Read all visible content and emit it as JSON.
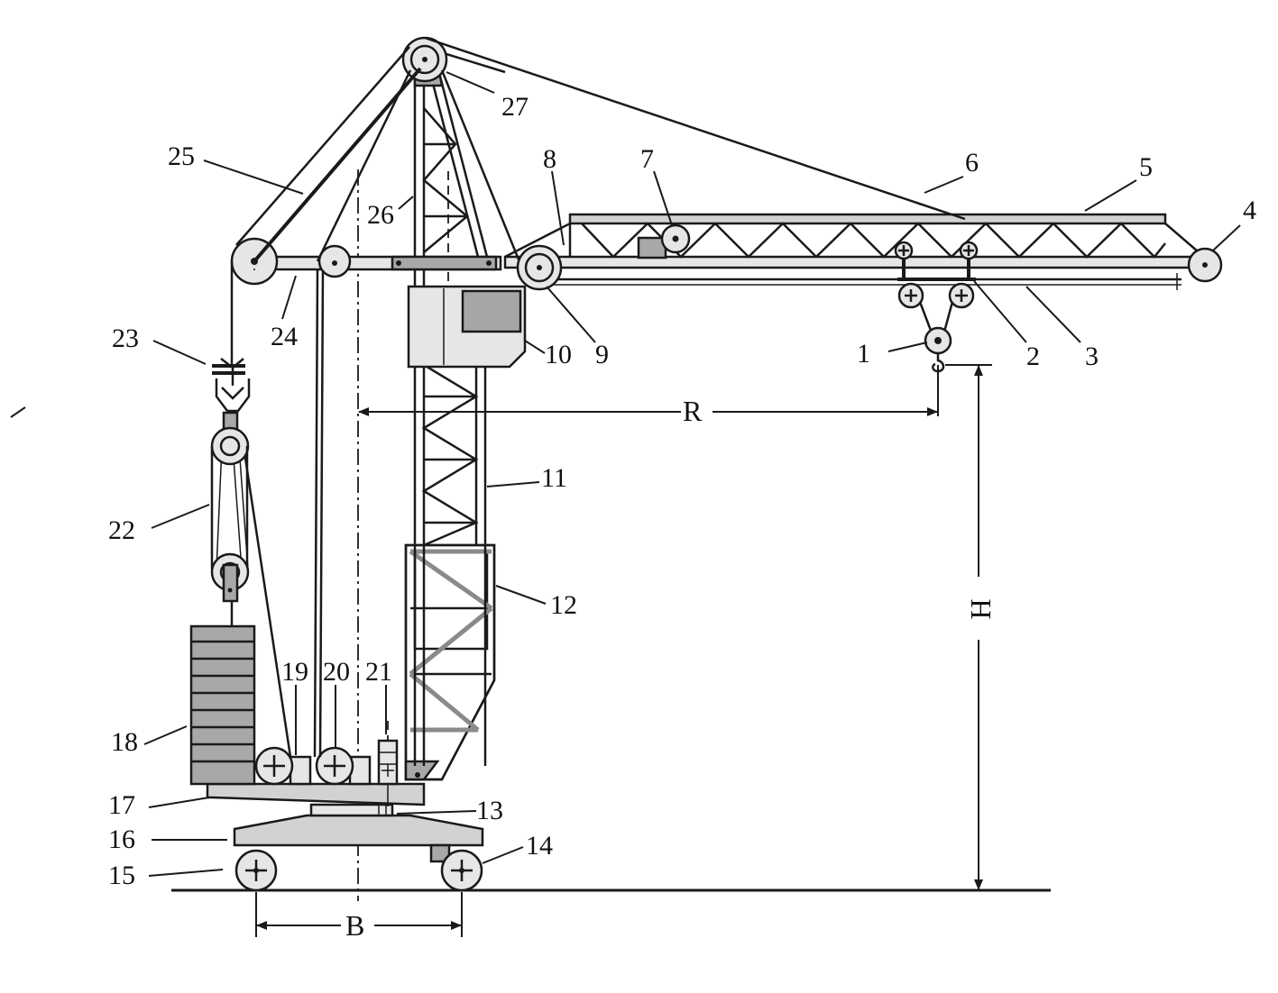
{
  "diagram": {
    "colors": {
      "line": "#1a1a1a",
      "steel_gray": "#a8a8a8",
      "light_gray": "#d2d2d2",
      "pale_gray": "#e6e6e6",
      "window_gray": "#a6a6a6",
      "background": "#ffffff"
    },
    "callouts": [
      {
        "id": "1",
        "label": "1"
      },
      {
        "id": "2",
        "label": "2"
      },
      {
        "id": "3",
        "label": "3"
      },
      {
        "id": "4",
        "label": "4"
      },
      {
        "id": "5",
        "label": "5"
      },
      {
        "id": "6",
        "label": "6"
      },
      {
        "id": "7",
        "label": "7"
      },
      {
        "id": "8",
        "label": "8"
      },
      {
        "id": "9",
        "label": "9"
      },
      {
        "id": "10",
        "label": "10"
      },
      {
        "id": "11",
        "label": "11"
      },
      {
        "id": "12",
        "label": "12"
      },
      {
        "id": "13",
        "label": "13"
      },
      {
        "id": "14",
        "label": "14"
      },
      {
        "id": "15",
        "label": "15"
      },
      {
        "id": "16",
        "label": "16"
      },
      {
        "id": "17",
        "label": "17"
      },
      {
        "id": "18",
        "label": "18"
      },
      {
        "id": "19",
        "label": "19"
      },
      {
        "id": "20",
        "label": "20"
      },
      {
        "id": "21",
        "label": "21"
      },
      {
        "id": "22",
        "label": "22"
      },
      {
        "id": "23",
        "label": "23"
      },
      {
        "id": "24",
        "label": "24"
      },
      {
        "id": "25",
        "label": "25"
      },
      {
        "id": "26",
        "label": "26"
      },
      {
        "id": "27",
        "label": "27"
      }
    ],
    "dimensions": {
      "radius": "R",
      "height": "H",
      "base": "B"
    }
  }
}
